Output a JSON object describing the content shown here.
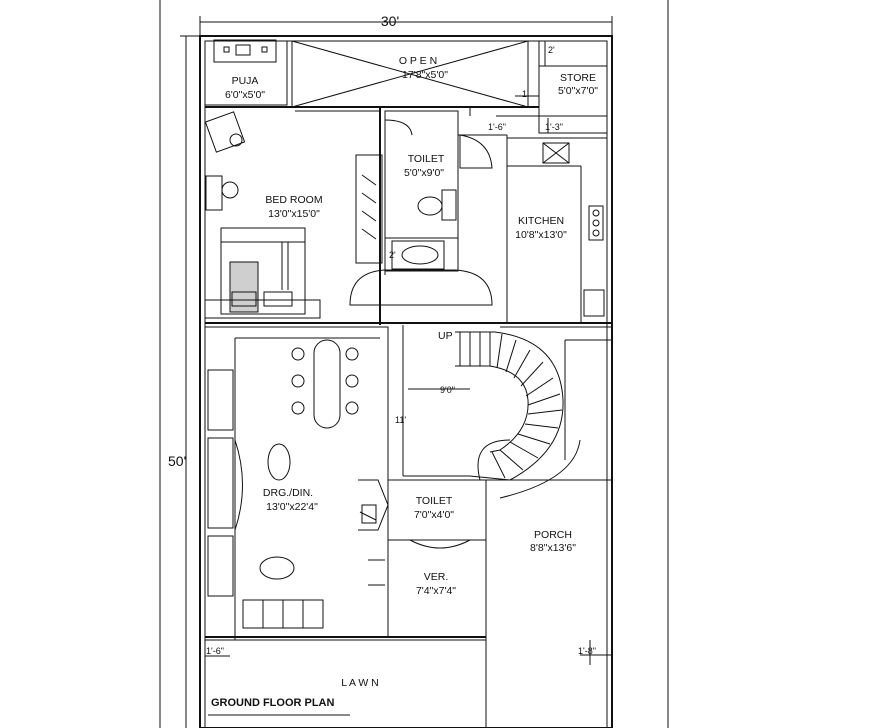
{
  "dimensions": {
    "width": "30'",
    "depth": "50'",
    "stair_run": "9'0\"",
    "stair_height": "11'",
    "store_2": "2'",
    "store_1": "1'",
    "open_1_6": "1'-6\"",
    "store_1_3": "1'-3\"",
    "toilet_2": "2'",
    "lawn_left": "1'-6\"",
    "lawn_right": "1'-8\""
  },
  "rooms": {
    "puja": {
      "name": "PUJA",
      "size": "6'0\"x5'0\""
    },
    "open": {
      "name": "O P E N",
      "size": "17'8\"x5'0\""
    },
    "store": {
      "name": "STORE",
      "size": "5'0\"x7'0\""
    },
    "bedroom": {
      "name": "BED ROOM",
      "size": "13'0\"x15'0\""
    },
    "toilet_upper": {
      "name": "TOILET",
      "size": "5'0\"x9'0\""
    },
    "kitchen": {
      "name": "KITCHEN",
      "size": "10'8\"x13'0\""
    },
    "drawing_dining": {
      "name": "DRG./DIN.",
      "size": "13'0\"x22'4\""
    },
    "toilet_lower": {
      "name": "TOILET",
      "size": "7'0\"x4'0\""
    },
    "porch": {
      "name": "PORCH",
      "size": "8'8\"x13'6\""
    },
    "verandah": {
      "name": "VER.",
      "size": "7'4\"x7'4\""
    },
    "lawn": {
      "name": "L A W N"
    }
  },
  "stair_label": "UP",
  "plan_title": "GROUND FLOOR PLAN"
}
